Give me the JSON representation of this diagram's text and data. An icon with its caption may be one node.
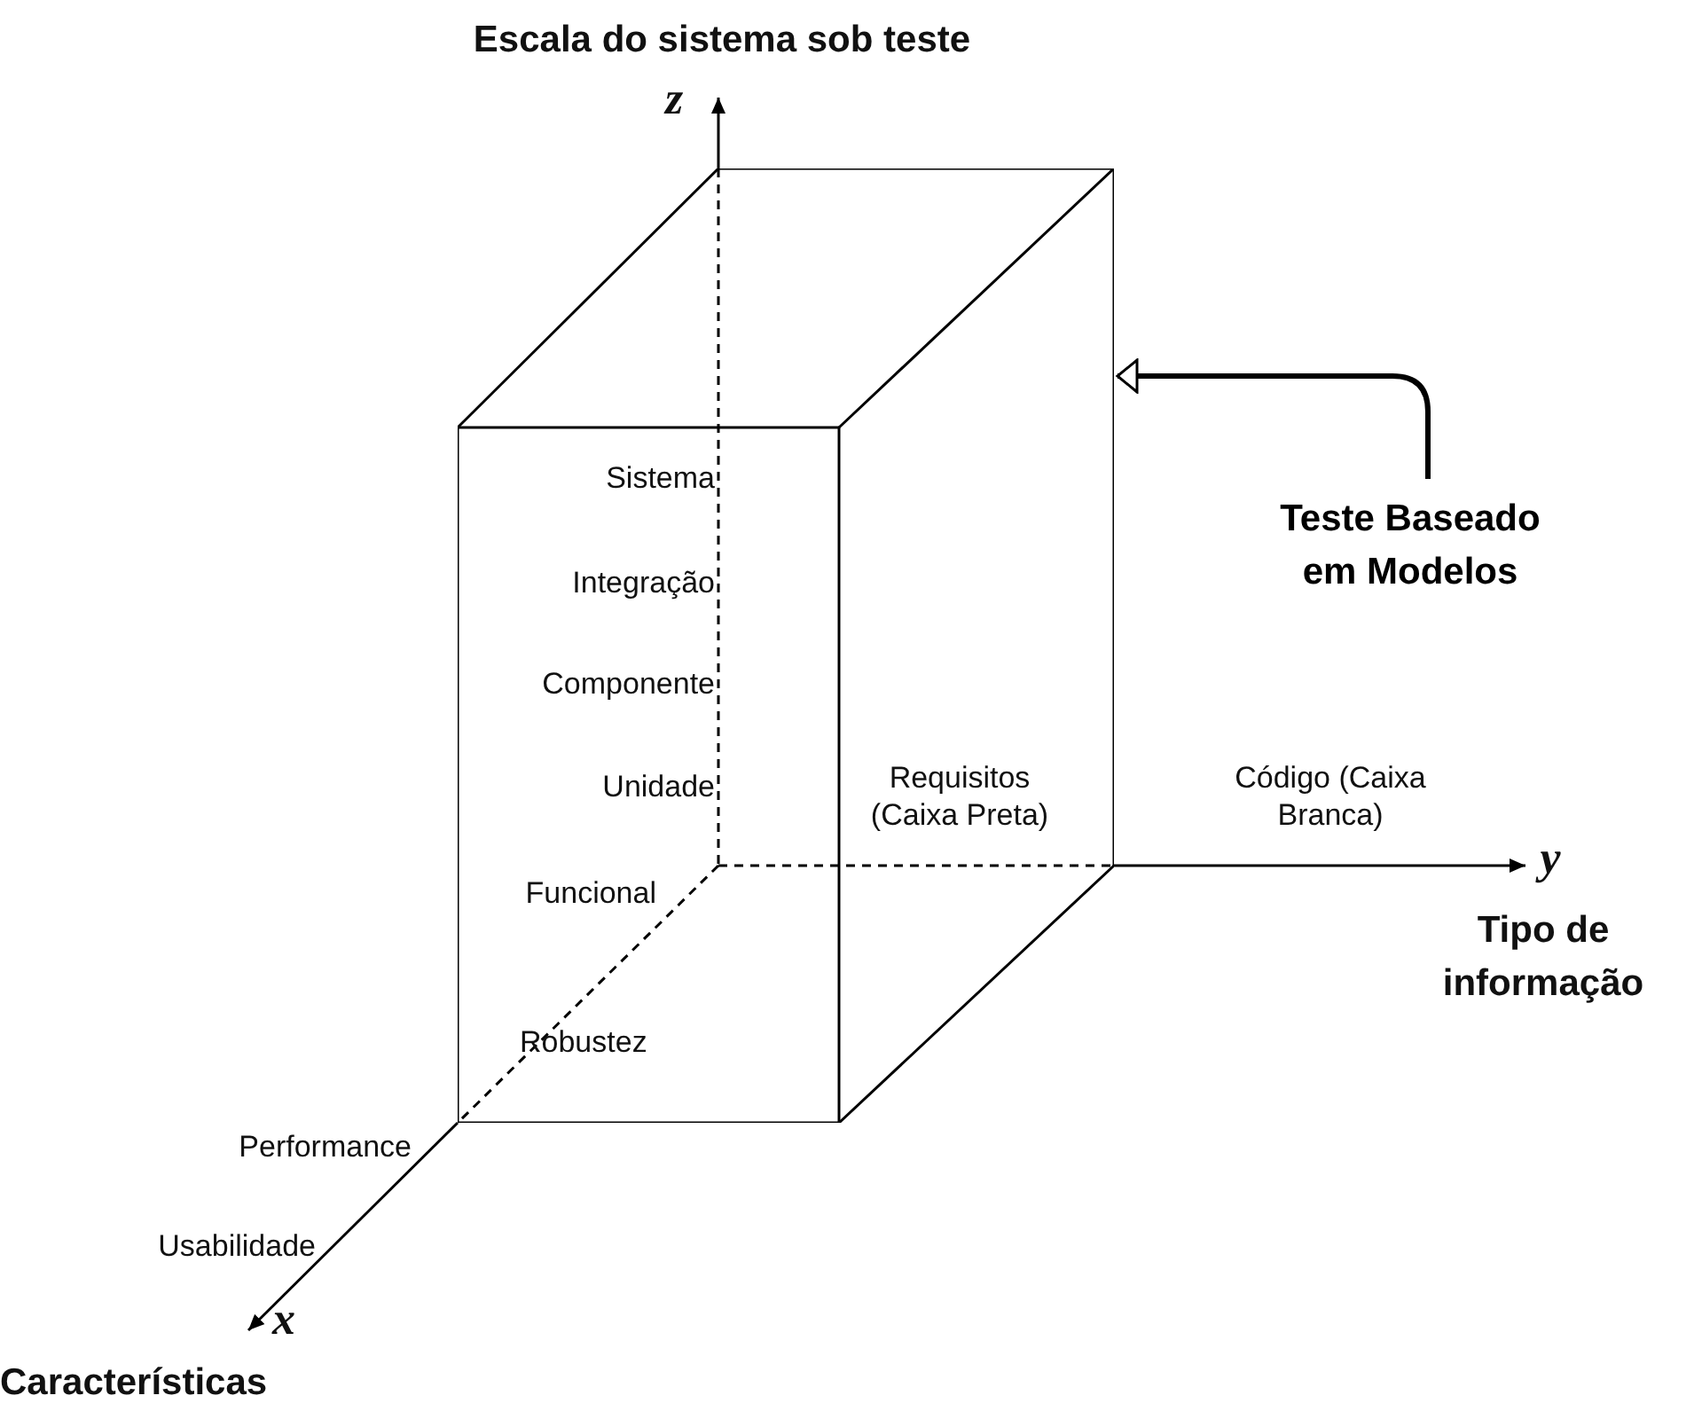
{
  "diagram": {
    "nodes": [
      {
        "text": [],
        "shape": "box"
      },
      {
        "text": [
          "Teste Baseado em Modelos"
        ]
      }
    ],
    "edges": [
      {
        "from": 1,
        "to": 0,
        "arrow": "to"
      }
    ],
    "labels": [
      "Escala do sistema sob teste",
      "z",
      "Sistema",
      "Integração",
      "Componente",
      "Unidade",
      "Requisitos (Caixa Preta)",
      "Código (Caixa Branca)",
      "y",
      "Tipo de informação",
      "Funcional",
      "Robustez",
      "Performance",
      "Usabilidade",
      "x",
      "Características"
    ]
  }
}
